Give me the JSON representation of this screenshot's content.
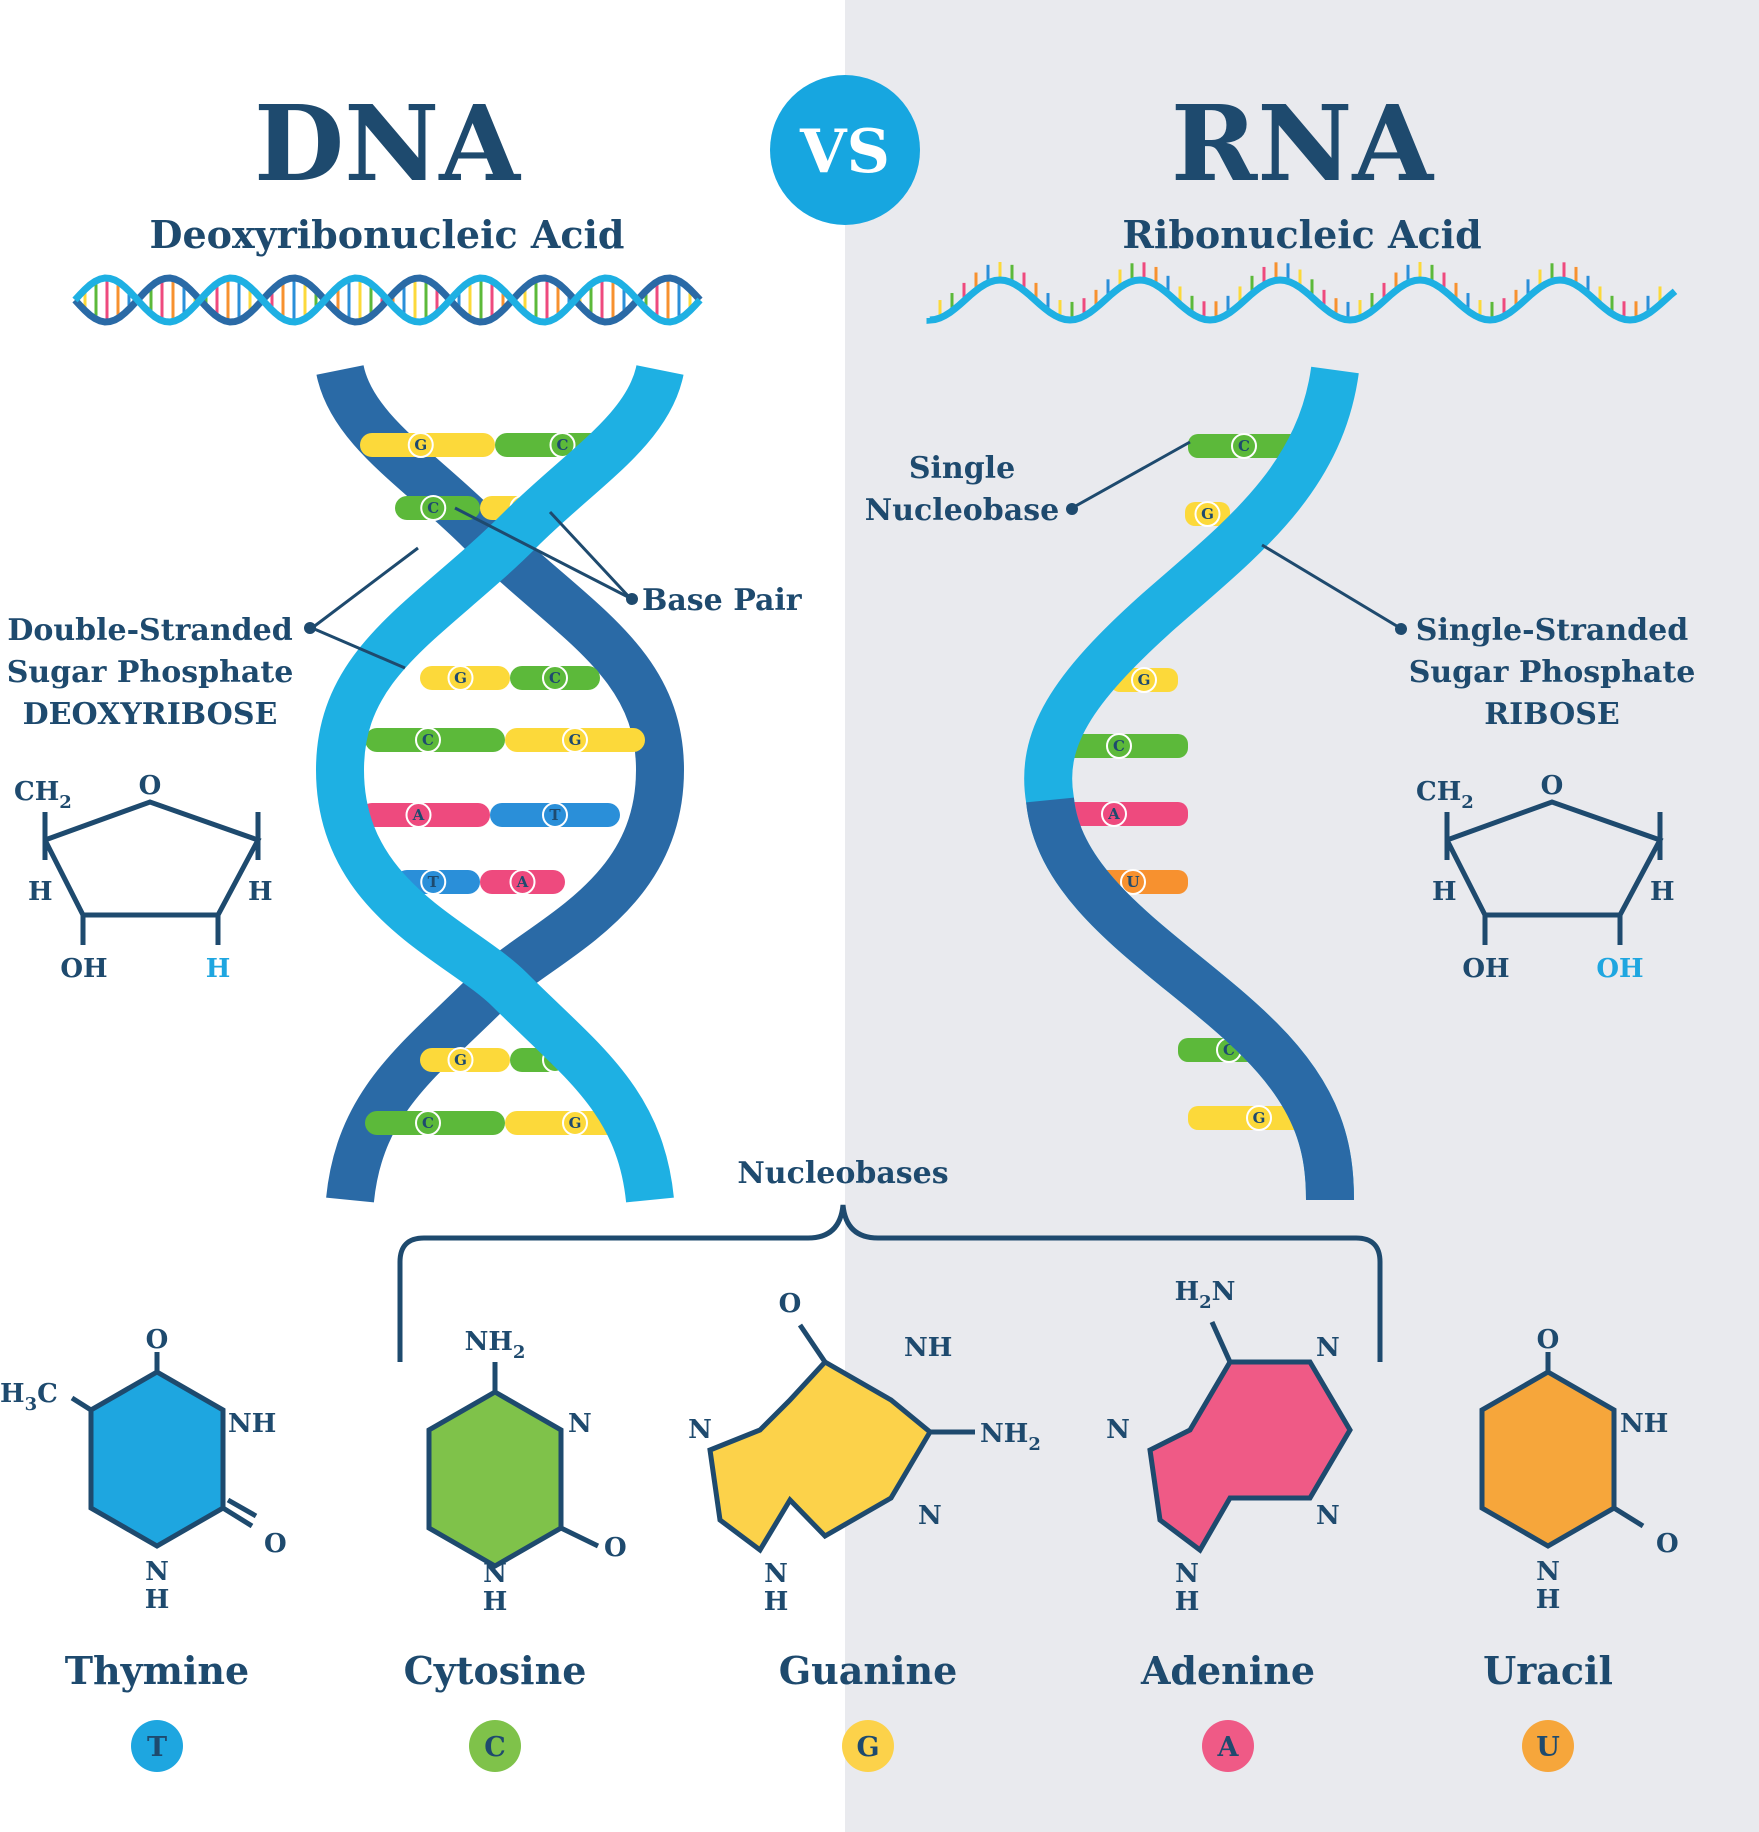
{
  "dna": {
    "title": "DNA",
    "subtitle": "Deoxyribonucleic Acid",
    "strand_label": [
      "Double-Stranded",
      "Sugar Phosphate",
      "DEOXYRIBOSE"
    ],
    "base_pair_label": "Base Pair",
    "sugar": {
      "ch2": "CH",
      "ch2_sub": "2",
      "o": "O",
      "h_left": "H",
      "h_right": "H",
      "oh": "OH",
      "h_bottom": "H"
    }
  },
  "vs_label": "VS",
  "rna": {
    "title": "RNA",
    "subtitle": "Ribonucleic Acid",
    "single_base_label": [
      "Single",
      "Nucleobase"
    ],
    "strand_label": [
      "Single-Stranded",
      "Sugar Phosphate",
      "RIBOSE"
    ],
    "sugar": {
      "ch2": "CH",
      "ch2_sub": "2",
      "o": "O",
      "h_left": "H",
      "h_right": "H",
      "oh": "OH",
      "oh_bottom": "OH"
    }
  },
  "dna_pairs": [
    [
      "G",
      "C"
    ],
    [
      "C",
      "G"
    ],
    [
      "G",
      "C"
    ],
    [
      "C",
      "G"
    ],
    [
      "A",
      "T"
    ],
    [
      "T",
      "A"
    ],
    [
      "G",
      "C"
    ],
    [
      "C",
      "G"
    ]
  ],
  "rna_bases": [
    "C",
    "G",
    "G",
    "C",
    "A",
    "U",
    "C",
    "G"
  ],
  "nucleobases_label": "Nucleobases",
  "bases": [
    {
      "name": "Thymine",
      "letter": "T",
      "color": "#1ea6e0"
    },
    {
      "name": "Cytosine",
      "letter": "C",
      "color": "#7fc24a"
    },
    {
      "name": "Guanine",
      "letter": "G",
      "color": "#fcd24a"
    },
    {
      "name": "Adenine",
      "letter": "A",
      "color": "#ef5a86"
    },
    {
      "name": "Uracil",
      "letter": "U",
      "color": "#f6a63b"
    }
  ],
  "chem_labels": {
    "thymine": {
      "o_top": "O",
      "h3c": "H",
      "h3c_sub": "3",
      "h3c_c": "C",
      "nh": "NH",
      "o_right": "O",
      "n": "N",
      "h": "H"
    },
    "cytosine": {
      "nh2": "NH",
      "nh2_sub": "2",
      "n_right": "N",
      "o_right": "O",
      "n": "N",
      "h": "H"
    },
    "guanine": {
      "o_top": "O",
      "nh": "NH",
      "nh2": "NH",
      "nh2_sub": "2",
      "n_left": "N",
      "n_right": "N",
      "n": "N",
      "h": "H"
    },
    "adenine": {
      "h2n": "H",
      "h2n_sub": "2",
      "h2n_n": "N",
      "n_top": "N",
      "n_left": "N",
      "n_right": "N",
      "n": "N",
      "h": "H"
    },
    "uracil": {
      "o_top": "O",
      "nh": "NH",
      "o_right": "O",
      "n": "N",
      "h": "H"
    }
  },
  "colors": {
    "navy": "#1e4a6e",
    "strand_light": "#1eb0e3",
    "strand_dark": "#2a6aa6",
    "right_bg": "#e9eaee",
    "vs_circle": "#17a6e0",
    "G": "#fcd93a",
    "C": "#5cb93a",
    "A": "#ee4a7e",
    "T": "#2a8fd9",
    "U": "#f7912f"
  }
}
